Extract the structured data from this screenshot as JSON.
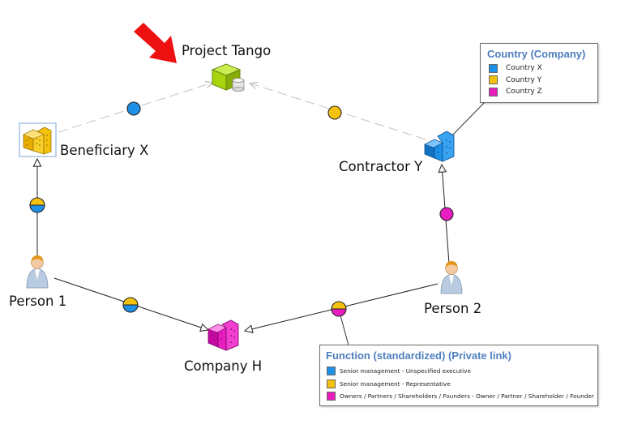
{
  "nodes": {
    "project_tango": "Project Tango",
    "beneficiary_x": "Beneficiary X",
    "contractor_y": "Contractor Y",
    "person_1": "Person 1",
    "person_2": "Person 2",
    "company_h": "Company H"
  },
  "legend_country": {
    "title": "Country (Company)",
    "items": [
      {
        "label": "Country X",
        "color": "#1e90e8"
      },
      {
        "label": "Country Y",
        "color": "#f4c20d"
      },
      {
        "label": "Country Z",
        "color": "#e81ec0"
      }
    ]
  },
  "legend_function": {
    "title": "Function (standardized) (Private link)",
    "items": [
      {
        "label": "Senior management - Unspecified executive",
        "color": "#1e90e8"
      },
      {
        "label": "Senior management - Representative",
        "color": "#f4c20d"
      },
      {
        "label": "Owners / Partners / Shareholders / Founders - Owner / Partner / Shareholder / Founder",
        "color": "#e81ec0"
      }
    ]
  },
  "colors": {
    "country_x": "#1e90e8",
    "country_y": "#f4c20d",
    "country_z": "#e81ec0",
    "project": "#a6d40e",
    "highlight_arrow": "#ee1111"
  }
}
